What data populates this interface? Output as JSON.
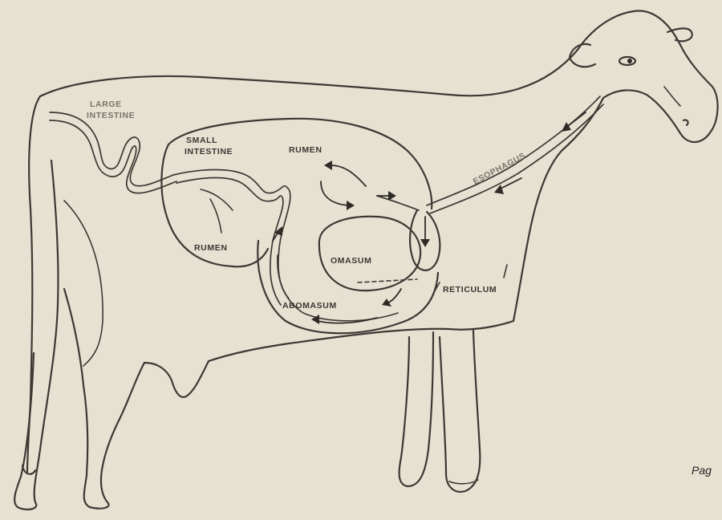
{
  "labels": {
    "large_intestine": [
      "LARGE",
      "INTESTINE"
    ],
    "small_intestine": [
      "SMALL",
      "INTESTINE"
    ],
    "rumen_upper": "RUMEN",
    "rumen_lower": "RUMEN",
    "esophagus": "ESOPHAGUS",
    "omasum": "OMASUM",
    "abomasum": "ABOMASUM",
    "reticulum": "RETICULUM"
  },
  "page_label": "Pag",
  "colors": {
    "background": "#e7e1d1",
    "line": "#3c3934",
    "text": "#3a3732"
  }
}
